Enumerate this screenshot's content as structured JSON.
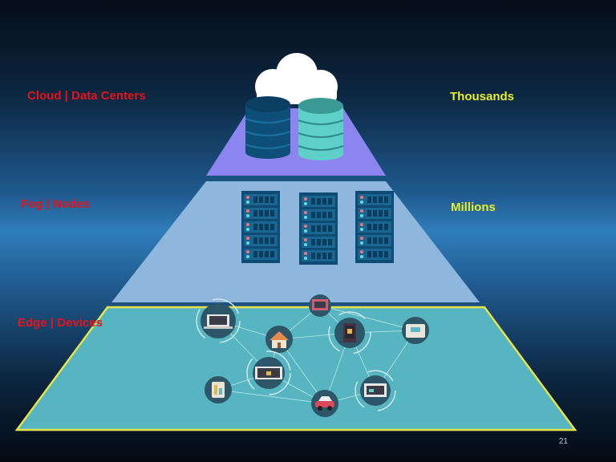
{
  "tiers": [
    {
      "id": "cloud",
      "label": "Cloud | Data Centers",
      "scale": "Thousands"
    },
    {
      "id": "fog",
      "label": "Fog | Nodes",
      "scale": "Millions"
    },
    {
      "id": "edge",
      "label": "Edge | Devices",
      "scale": ""
    }
  ],
  "colors": {
    "left_label": "#e3141b",
    "right_label": "#e8ee2a",
    "cloud_tier": "#8c85f0",
    "fog_tier": "#8fb6dc",
    "edge_tier": "#56b5c0",
    "edge_border": "#e6e24a"
  },
  "page_number": "21"
}
